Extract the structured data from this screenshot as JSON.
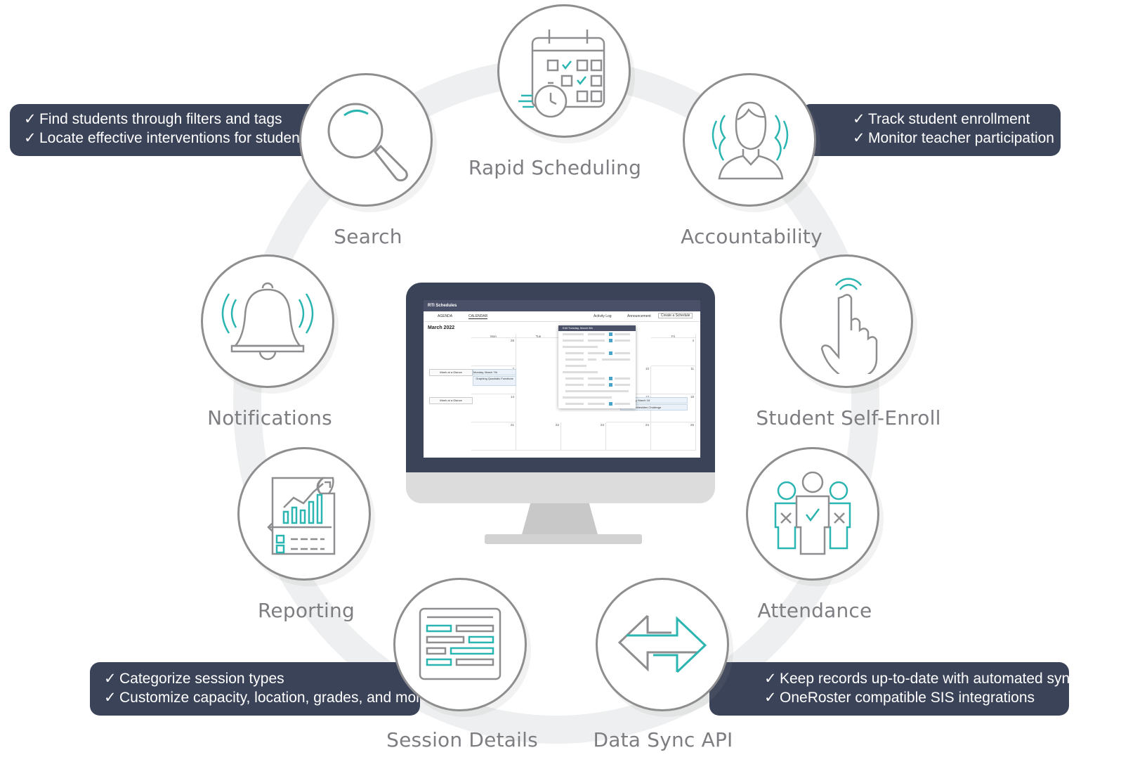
{
  "colors": {
    "accent": "#2bb5b1",
    "icon_gray": "#8e8e91",
    "callout_bg": "#3b4358",
    "label_gray": "#7d7d82",
    "ring_gray": "#eeeff0"
  },
  "nodes": [
    {
      "id": "rapid-scheduling",
      "label": "Rapid Scheduling",
      "icon": "calendar-clock-icon"
    },
    {
      "id": "accountability",
      "label": "Accountability",
      "icon": "person-icon"
    },
    {
      "id": "student-self-enroll",
      "label": "Student Self-Enroll",
      "icon": "hand-tap-icon"
    },
    {
      "id": "attendance",
      "label": "Attendance",
      "icon": "group-check-icon"
    },
    {
      "id": "data-sync-api",
      "label": "Data Sync API",
      "icon": "sync-arrows-icon"
    },
    {
      "id": "session-details",
      "label": "Session Details",
      "icon": "form-icon"
    },
    {
      "id": "reporting",
      "label": "Reporting",
      "icon": "report-chart-icon"
    },
    {
      "id": "notifications",
      "label": "Notifications",
      "icon": "bell-icon"
    },
    {
      "id": "search",
      "label": "Search",
      "icon": "magnifier-icon"
    }
  ],
  "callouts": {
    "search": [
      "Find students through filters and tags",
      "Locate effective interventions for students"
    ],
    "accountability": [
      "Track student enrollment",
      "Monitor teacher participation"
    ],
    "session_details": [
      "Categorize session types",
      "Customize capacity, location, grades, and more"
    ],
    "data_sync": [
      "Keep records up-to-date with automated syncs",
      "OneRoster compatible SIS integrations"
    ]
  },
  "check_mark": "✓",
  "screen": {
    "title": "RTI Schedules",
    "tab_agenda": "AGENDA",
    "tab_calendar": "CALENDAR",
    "activity_log": "Activity Log",
    "announcement": "Announcement",
    "create_schedule": "Create a Schedule",
    "month": "March 2022",
    "day_mon": "Mon",
    "day_tue": "Tue",
    "day_fri": "Fri",
    "week_glance_1": "Week at a Glance",
    "week_glance_2": "Week at a Glance",
    "event_day": "Monday, March 7th",
    "event_name": "Graphing Quadratic Functions",
    "event_fri": "h 17 - Friday, March 18",
    "event_fri_name": "Desmos Marbleslides Challenge",
    "popup_title": "Edit Tuesday, March 8th",
    "dates": [
      "28",
      "7",
      "14",
      "21",
      "22",
      "23",
      "24",
      "25",
      "4",
      "10",
      "11",
      "17",
      "18"
    ]
  }
}
